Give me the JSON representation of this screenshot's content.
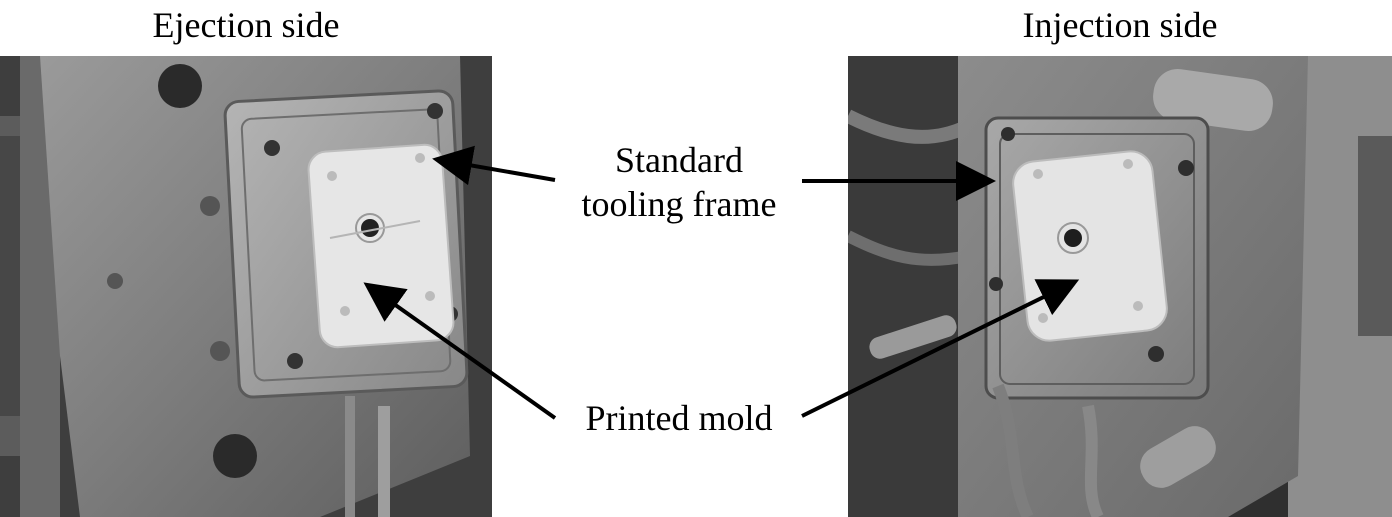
{
  "captions": {
    "left": "Ejection side",
    "right": "Injection side"
  },
  "labels": {
    "frame_line1": "Standard",
    "frame_line2": "tooling frame",
    "mold": "Printed mold"
  },
  "colors": {
    "background": "#ffffff",
    "text": "#000000",
    "frame_metal": "#8e8e8e",
    "printed_mold": "#e6e6e6"
  }
}
